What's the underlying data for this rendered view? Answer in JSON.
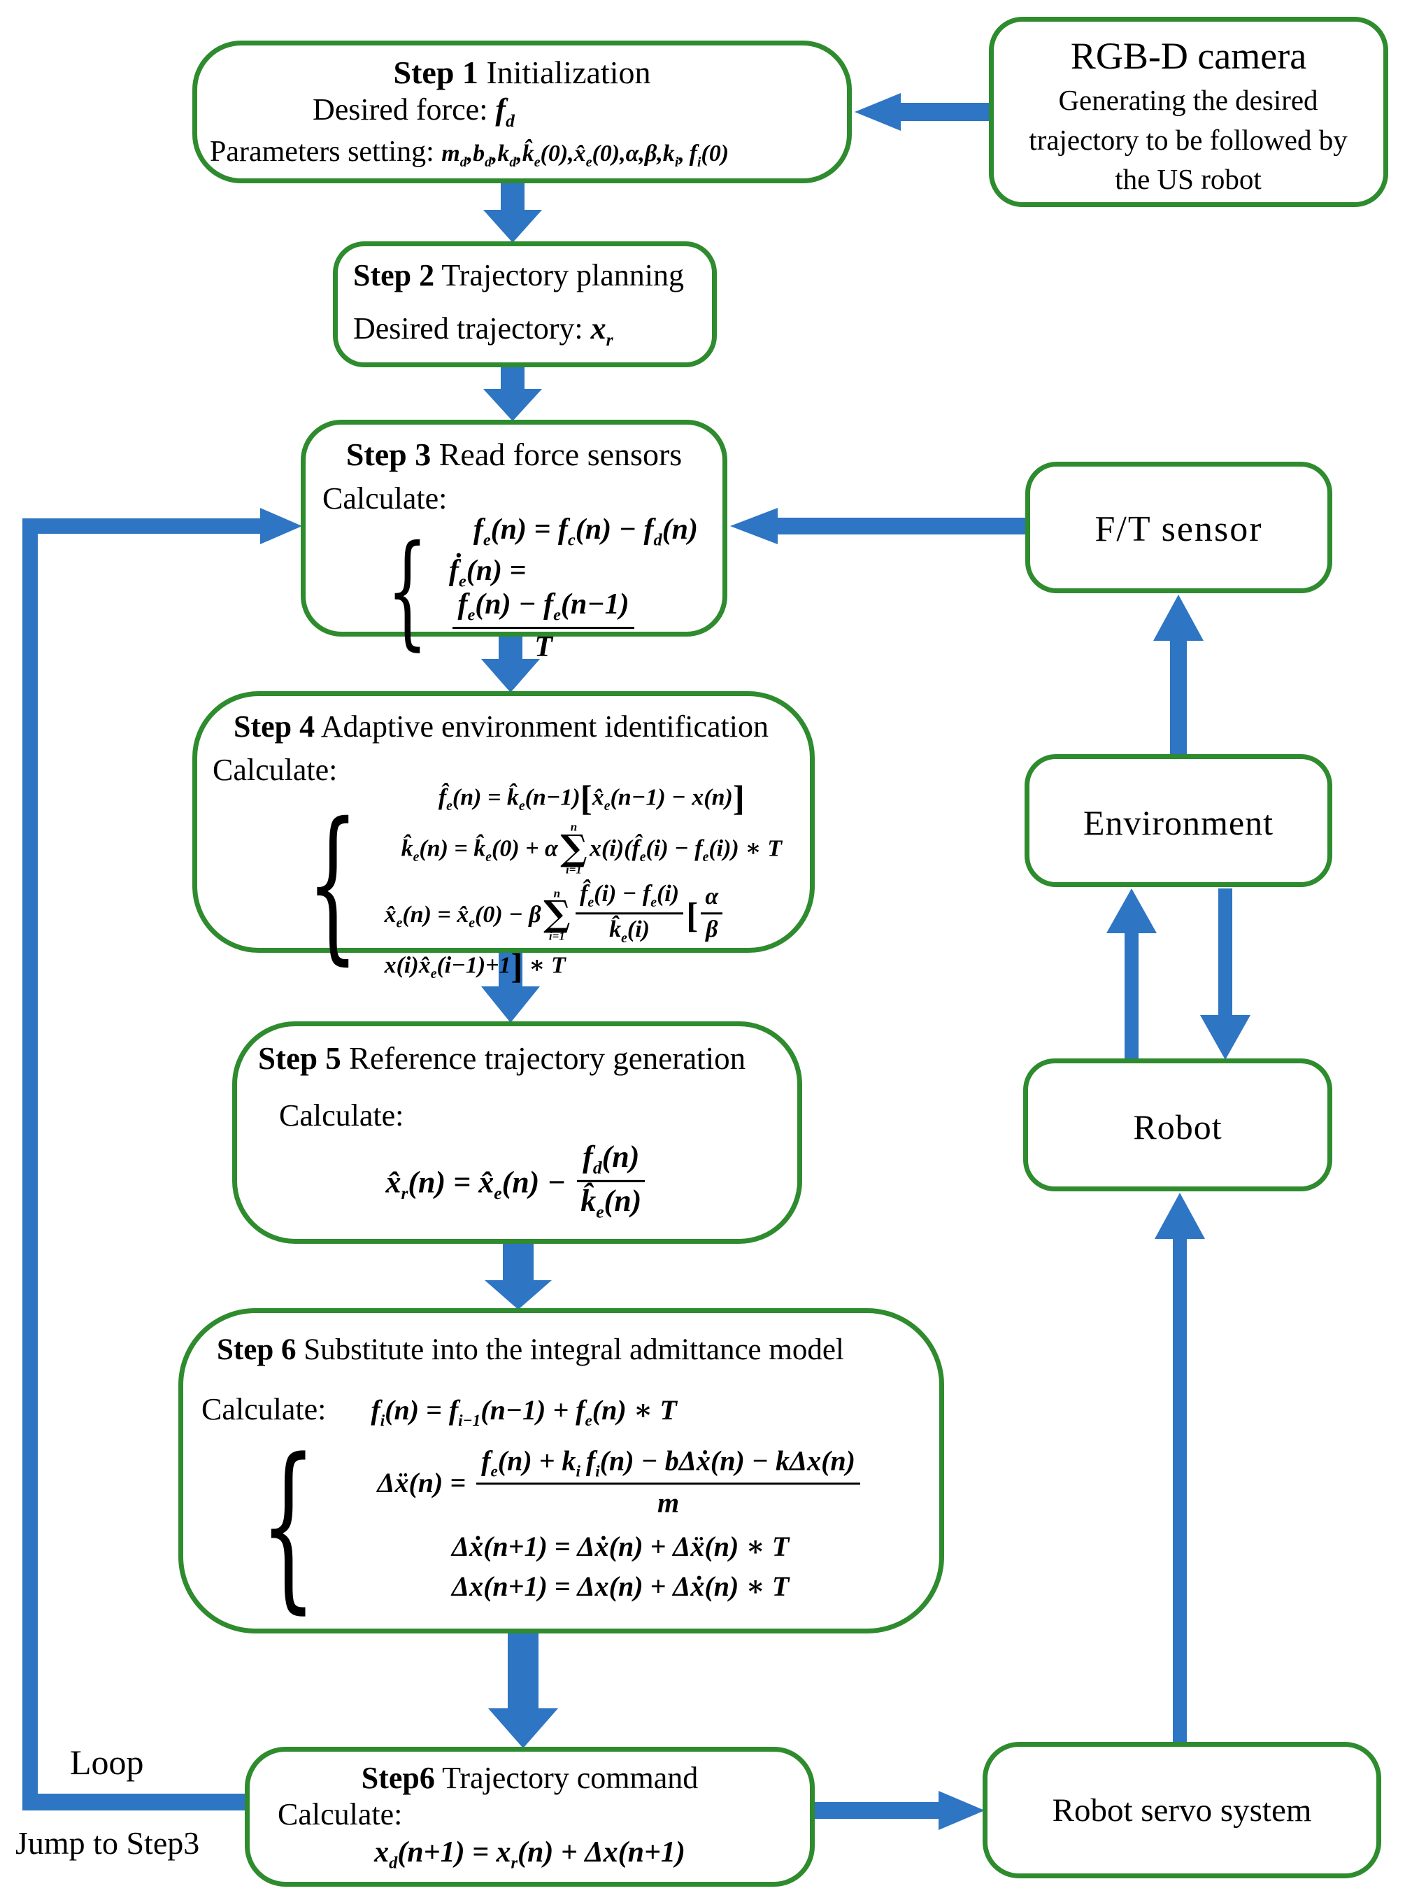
{
  "colors": {
    "box_border": "#2e8b2e",
    "arrow": "#2e75c4",
    "text": "#000000"
  },
  "boxes": {
    "step1": {
      "title_html": "<b>Step 1</b> Initialization",
      "line1_html": "Desired force: <span class=\"mf\">f<sub>d</sub></span>",
      "line2_html": "Parameters setting: <span class=\"mf sm\">m<sub>d</sub>,b<sub>d</sub>,k<sub>d</sub>,k̂<sub>e</sub>(0),x̂<sub>e</sub>(0),α,β,k<sub>i</sub>,&thinsp;f<sub>i</sub>(0)</span>"
    },
    "step2": {
      "title_html": "<b>Step 2</b> Trajectory planning",
      "line1_html": "Desired trajectory: <span class=\"mf\">x<sub>r</sub></span>"
    },
    "step3": {
      "title_html": "<b>Step 3</b> Read force sensors",
      "calculate_label": "Calculate:",
      "f1_html": "f<sub>e</sub>(n) = f<sub>c</sub>(n) − f<sub>d</sub>(n)",
      "f2_html": "ḟ<sub>e</sub>(n) = <span class=\"frac\"><span class=\"fn\">f<sub>e</sub>(n) − f<sub>e</sub>(n−1)</span><span class=\"fd\">T</span></span>"
    },
    "step4": {
      "title_html": "<b>Step 4</b> Adaptive environment identification",
      "calculate_label": "Calculate:",
      "f1_html": "f̂<sub>e</sub>(n) = k̂<sub>e</sub>(n−1)<span class=\"bk\">[</span>x̂<sub>e</sub>(n−1) − x(n)<span class=\"bk\">]</span>",
      "f2_html": "k̂<sub>e</sub>(n) = k̂<sub>e</sub>(0) + α<span class=\"sum\"><span class=\"lim\">n</span><span class=\"sig\">∑</span><span class=\"lim\">i=1</span></span>x(i)(f̂<sub>e</sub>(i) − f<sub>e</sub>(i)) ∗ T",
      "f3_html": "x̂<sub>e</sub>(n) = x̂<sub>e</sub>(0) − β<span class=\"sum\"><span class=\"lim\">n</span><span class=\"sig\">∑</span><span class=\"lim\">i=1</span></span><span class=\"frac\"><span class=\"fn\">f̂<sub>e</sub>(i) − f<sub>e</sub>(i)</span><span class=\"fd\">k̂<sub>e</sub>(i)</span></span><span class=\"bk\">[</span><span class=\"frac\"><span class=\"fn\">α</span><span class=\"fd\">β</span></span>x(i)x̂<sub>e</sub>(i−1)+1<span class=\"bk\">]</span> ∗ T"
    },
    "step5": {
      "title_html": "<b>Step 5</b> Reference trajectory generation",
      "calculate_label": "Calculate:",
      "f1_html": "x̂<sub>r</sub>(n) = x̂<sub>e</sub>(n) − <span class=\"frac\"><span class=\"fn\">f<sub>d</sub>(n)</span><span class=\"fd\">k̂<sub>e</sub>(n)</span></span>"
    },
    "step6": {
      "title_html": "<b>Step 6</b> Substitute into the integral admittance model",
      "calculate_label": "Calculate:",
      "calc_formula_html": "f<sub>i</sub>(n) = f<sub>i−1</sub>(n−1) + f<sub>e</sub>(n) ∗ T",
      "f1_html": "Δẍ(n) = <span class=\"frac\"><span class=\"fn\">f<sub>e</sub>(n) + k<sub>i</sub>&thinsp;f<sub>i</sub>(n) − bΔẋ(n) − kΔx(n)</span><span class=\"fd\">m</span></span>",
      "f2_html": "Δẋ(n+1) = Δẋ(n) + Δẍ(n) ∗ T",
      "f3_html": "Δx(n+1) = Δx(n) + Δẋ(n) ∗ T"
    },
    "step6b": {
      "title_html": "<b>Step6</b> Trajectory command",
      "calculate_label": "Calculate:",
      "f1_html": "x<sub>d</sub>(n+1) = x<sub>r</sub>(n) + Δx(n+1)"
    },
    "rgbd": {
      "title": "RGB-D camera",
      "subtitle": "Generating the desired trajectory to be followed by the US robot"
    },
    "ft": {
      "label": "F/T sensor"
    },
    "env": {
      "label": "Environment"
    },
    "robot": {
      "label": "Robot"
    },
    "servo": {
      "label": "Robot servo system"
    }
  },
  "labels": {
    "loop": "Loop",
    "jump_to": "Jump to Step3"
  }
}
